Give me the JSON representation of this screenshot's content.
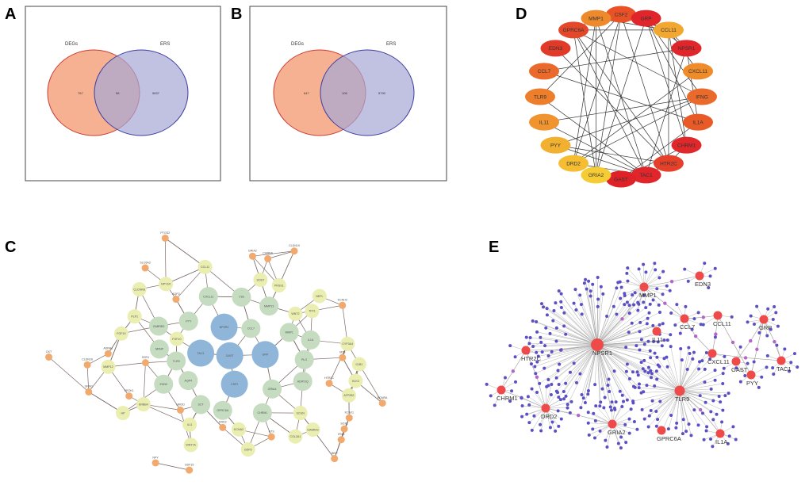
{
  "panels": {
    "a": {
      "letter": "A",
      "left_label": "DEGs",
      "right_label": "ERS",
      "left_only": "767",
      "overlap": "58",
      "right_only": "5837"
    },
    "b": {
      "letter": "B",
      "left_label": "DEGs",
      "right_label": "ERS",
      "left_only": "647",
      "overlap": "106",
      "right_only": "5790"
    },
    "c": {
      "letter": "C",
      "nodes": [
        {
          "label": "GAST",
          "type": "blue"
        },
        {
          "label": "TAC1",
          "type": "blue"
        },
        {
          "label": "GRP",
          "type": "blue"
        },
        {
          "label": "CSF2",
          "type": "blue"
        },
        {
          "label": "NPSR1",
          "type": "blue"
        },
        {
          "label": "AQP4",
          "type": "green"
        },
        {
          "label": "GABRB3",
          "type": "green"
        },
        {
          "label": "GRIA4",
          "type": "green"
        },
        {
          "label": "GPRC6A",
          "type": "green"
        },
        {
          "label": "EDN3",
          "type": "green"
        },
        {
          "label": "CHRM1",
          "type": "green"
        },
        {
          "label": "SCT",
          "type": "green"
        },
        {
          "label": "NRNP",
          "type": "green"
        },
        {
          "label": "MMP1",
          "type": "green"
        },
        {
          "label": "CCL7",
          "type": "green"
        },
        {
          "label": "PYY",
          "type": "green"
        },
        {
          "label": "CXCL11",
          "type": "green"
        },
        {
          "label": "TTR",
          "type": "green"
        },
        {
          "label": "MMP13",
          "type": "green"
        },
        {
          "label": "ADIPOQ",
          "type": "green"
        },
        {
          "label": "PLG",
          "type": "green"
        },
        {
          "label": "TLR9",
          "type": "green"
        },
        {
          "label": "IL1A",
          "type": "green"
        },
        {
          "label": "KCNA2",
          "type": "yellow"
        },
        {
          "label": "NEFL",
          "type": "yellow"
        },
        {
          "label": "PLP1",
          "type": "yellow"
        },
        {
          "label": "ATP2B2",
          "type": "yellow"
        },
        {
          "label": "GABRA2",
          "type": "yellow"
        },
        {
          "label": "SCGN",
          "type": "yellow"
        },
        {
          "label": "NPY1R",
          "type": "yellow"
        },
        {
          "label": "TFF1",
          "type": "yellow"
        },
        {
          "label": "CLCNKB",
          "type": "yellow"
        },
        {
          "label": "ERBB4",
          "type": "yellow"
        },
        {
          "label": "PRSS1",
          "type": "yellow"
        },
        {
          "label": "FGF19",
          "type": "yellow"
        },
        {
          "label": "FGF10",
          "type": "yellow"
        },
        {
          "label": "CCL11",
          "type": "yellow"
        },
        {
          "label": "WNT7A",
          "type": "yellow"
        },
        {
          "label": "WNT2",
          "type": "yellow"
        },
        {
          "label": "COL2A1",
          "type": "yellow"
        },
        {
          "label": "IL11",
          "type": "yellow"
        },
        {
          "label": "MMP12",
          "type": "yellow"
        },
        {
          "label": "HP",
          "type": "yellow"
        },
        {
          "label": "KLK3",
          "type": "yellow"
        },
        {
          "label": "CYP3A4",
          "type": "yellow"
        },
        {
          "label": "SOST",
          "type": "yellow"
        },
        {
          "label": "GDF5",
          "type": "yellow"
        },
        {
          "label": "GJB1",
          "type": "yellow"
        },
        {
          "label": "AQP2",
          "type": "orange"
        },
        {
          "label": "MT3",
          "type": "orange"
        },
        {
          "label": "IBSP",
          "type": "orange"
        },
        {
          "label": "EDNRA",
          "type": "orange"
        },
        {
          "label": "PROK1",
          "type": "orange"
        },
        {
          "label": "SSR1",
          "type": "orange"
        },
        {
          "label": "NPY",
          "type": "orange"
        },
        {
          "label": "KCNH2",
          "type": "orange"
        },
        {
          "label": "GRM1",
          "type": "orange"
        },
        {
          "label": "SOX1",
          "type": "orange"
        },
        {
          "label": "GDF15",
          "type": "orange"
        },
        {
          "label": "SLC6A3",
          "type": "orange"
        },
        {
          "label": "ADRA1",
          "type": "orange"
        },
        {
          "label": "CHRNA",
          "type": "orange"
        },
        {
          "label": "NTS",
          "type": "orange"
        },
        {
          "label": "PTGS2",
          "type": "orange"
        },
        {
          "label": "OXT",
          "type": "orange"
        },
        {
          "label": "DRD2",
          "type": "orange"
        },
        {
          "label": "GRIA2",
          "type": "orange"
        },
        {
          "label": "HTR2C",
          "type": "orange"
        },
        {
          "label": "IFNG",
          "type": "orange"
        },
        {
          "label": "CLDN19",
          "type": "orange"
        },
        {
          "label": "CLDN16",
          "type": "orange"
        },
        {
          "label": "UMOD",
          "type": "orange"
        },
        {
          "label": "KCNJ1",
          "type": "orange"
        }
      ]
    },
    "d": {
      "letter": "D",
      "nodes": [
        {
          "label": "CSF2",
          "color": "#e85226"
        },
        {
          "label": "GRP",
          "color": "#e0262a"
        },
        {
          "label": "CCL11",
          "color": "#f2a830"
        },
        {
          "label": "NPSR1",
          "color": "#e0262a"
        },
        {
          "label": "CXCL11",
          "color": "#ee8c2c"
        },
        {
          "label": "IFNG",
          "color": "#e96a2a"
        },
        {
          "label": "IL1A",
          "color": "#e85a28"
        },
        {
          "label": "CHRM1",
          "color": "#e0282a"
        },
        {
          "label": "HTR2C",
          "color": "#e4402a"
        },
        {
          "label": "TAC1",
          "color": "#e0262a"
        },
        {
          "label": "GAST",
          "color": "#de2228"
        },
        {
          "label": "GRIA2",
          "color": "#f6cc34"
        },
        {
          "label": "DRD2",
          "color": "#f4bd32"
        },
        {
          "label": "PYY",
          "color": "#f2b030"
        },
        {
          "label": "IL11",
          "color": "#ef942e"
        },
        {
          "label": "TLR9",
          "color": "#ec7e2c"
        },
        {
          "label": "CCL7",
          "color": "#e96a2a"
        },
        {
          "label": "EDN3",
          "color": "#e23a28"
        },
        {
          "label": "GPRC6A",
          "color": "#e4482a"
        },
        {
          "label": "MMP1",
          "color": "#ee8a2c"
        }
      ]
    },
    "e": {
      "letter": "E",
      "hubs": [
        {
          "label": "NPSR1",
          "leaves": 150
        },
        {
          "label": "TLR9",
          "leaves": 70
        },
        {
          "label": "MMP1",
          "leaves": 24
        },
        {
          "label": "EDN3",
          "leaves": 6
        },
        {
          "label": "HTR2C",
          "leaves": 6
        },
        {
          "label": "CHRM1",
          "leaves": 7
        },
        {
          "label": "DRD2",
          "leaves": 28
        },
        {
          "label": "GRIA2",
          "leaves": 26
        },
        {
          "label": "GPRC6A",
          "leaves": 0
        },
        {
          "label": "IL1A",
          "leaves": 10
        },
        {
          "label": "IL11",
          "leaves": 2
        },
        {
          "label": "CCL7",
          "leaves": 9
        },
        {
          "label": "CCL11",
          "leaves": 2
        },
        {
          "label": "GRP",
          "leaves": 12
        },
        {
          "label": "CXCL11",
          "leaves": 3
        },
        {
          "label": "GAST",
          "leaves": 4
        },
        {
          "label": "PYY",
          "leaves": 6
        },
        {
          "label": "TAC1",
          "leaves": 9
        }
      ]
    }
  },
  "colors": {
    "deg_fill": "#f4b08e",
    "deg_stroke": "#d0423a",
    "ers_fill": "#b8b8dc",
    "ers_stroke": "#4a4aa8",
    "hub": "#ef4a4a",
    "leaf": "#5b4fc4",
    "bridge": "#b565c8"
  }
}
